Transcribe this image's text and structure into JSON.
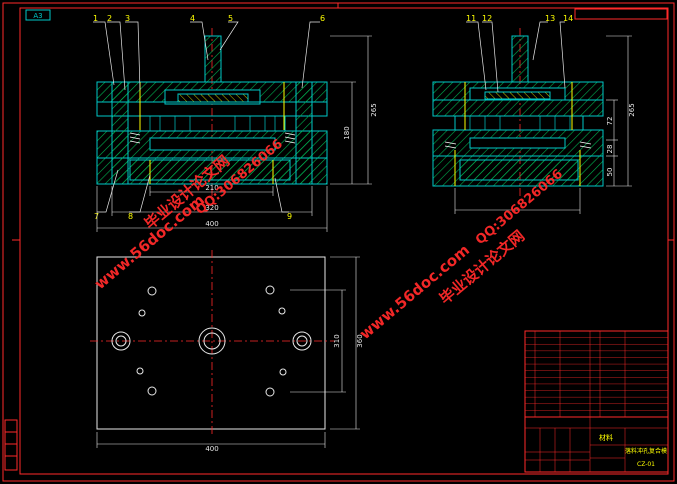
{
  "header": {
    "sheet_tag": "A3"
  },
  "front_view": {
    "part_numbers": [
      "1",
      "2",
      "3",
      "4",
      "5",
      "6"
    ],
    "bottom_numbers": [
      "7",
      "8",
      "9"
    ],
    "dim_width_outer": "400",
    "dim_width_inner": "320",
    "dim_width_small": "210",
    "dim_height_total": "265",
    "dim_height_body": "180"
  },
  "side_view": {
    "part_numbers": [
      "11",
      "12",
      "13",
      "14"
    ],
    "dim_height_total": "265",
    "dim_a": "72",
    "dim_b": "28",
    "dim_c": "50"
  },
  "plan_view": {
    "dim_width": "400",
    "dim_height_a": "310",
    "dim_height_b": "360"
  },
  "watermarks": {
    "site": "www.56doc.com",
    "qq": "QQ:306826066",
    "brand": "毕业设计论文网"
  },
  "title_block": {
    "drawing_name": "落料冲孔复合模",
    "code": "CZ-01",
    "material": "材料"
  },
  "colors": {
    "background": "#000000",
    "frame": "#ff2a2a",
    "outline": "#00c8c8",
    "hatch": "#00b050",
    "dimension": "#e8e8e8",
    "text_yellow": "#ffff00",
    "watermark": "#ff2a2a"
  }
}
